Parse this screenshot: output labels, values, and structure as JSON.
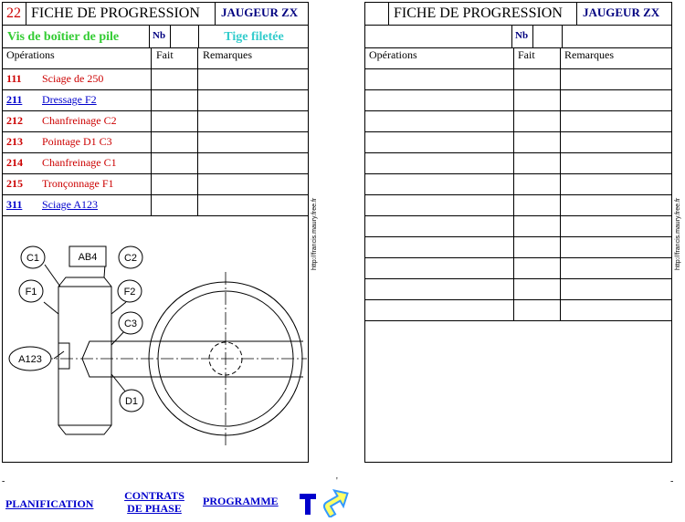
{
  "left_sheet": {
    "number": "22",
    "title": "FICHE DE PROGRESSION",
    "gauge": "JAUGEUR ZX",
    "part_name": "Vis de boîtier de pile",
    "nb_label": "Nb",
    "material": "Tige filetée",
    "headers": {
      "operations": "Opérations",
      "done": "Fait",
      "remarks": "Remarques"
    },
    "operations": [
      {
        "code": "111",
        "label": "Sciage de 250",
        "style": "red"
      },
      {
        "code": "211",
        "label": "Dressage F2",
        "style": "blue"
      },
      {
        "code": "212",
        "label": "Chanfreinage C2",
        "style": "red"
      },
      {
        "code": "213",
        "label": "Pointage D1 C3",
        "style": "red"
      },
      {
        "code": "214",
        "label": "Chanfreinage C1",
        "style": "red"
      },
      {
        "code": "215",
        "label": "Tronçonnage F1",
        "style": "red"
      },
      {
        "code": "311",
        "label": "Sciage A123",
        "style": "blue"
      }
    ],
    "drawing_labels": {
      "c1": "C1",
      "ab4": "AB4",
      "c2": "C2",
      "f1": "F1",
      "f2": "F2",
      "c3": "C3",
      "a123": "A123",
      "d1": "D1"
    }
  },
  "right_sheet": {
    "title": "FICHE DE PROGRESSION",
    "gauge": "JAUGEUR ZX",
    "nb_label": "Nb",
    "headers": {
      "operations": "Opérations",
      "done": "Fait",
      "remarks": "Remarques"
    }
  },
  "side_url": "http://francis.maury.free.fr",
  "nav": {
    "planning": "PLANIFICATION",
    "contracts_line1": "CONTRATS",
    "contracts_line2": "DE PHASE",
    "program": "PROGRAMME"
  },
  "colors": {
    "red": "#cc0000",
    "blue": "#0000cc",
    "green": "#33cc33",
    "cyan": "#33cccc",
    "navy": "#000080",
    "yellow": "#ffff66"
  }
}
